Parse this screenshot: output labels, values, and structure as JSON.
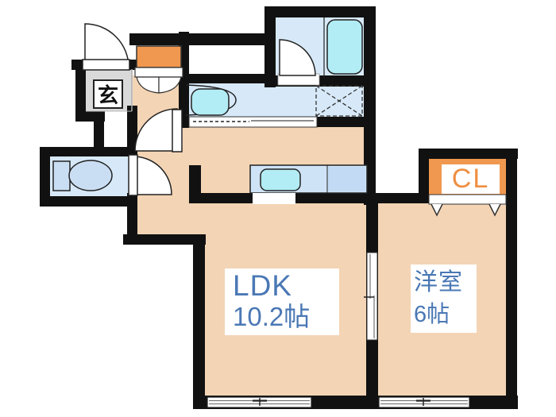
{
  "floorplan": {
    "rooms": {
      "entrance": {
        "label": "玄"
      },
      "ldk": {
        "name": "LDK",
        "size": "10.2帖"
      },
      "bedroom": {
        "name": "洋室",
        "size": "6帖"
      },
      "closet": {
        "label": "CL"
      }
    },
    "colors": {
      "floor_peach": "#f3d4b4",
      "floor_blue": "#d7e9f8",
      "fixture_cyan": "#b2ecf4",
      "fixture_blue": "#cadef3",
      "accent_orange": "#f0984f",
      "accent_orange_text": "#ef8f42",
      "label_blue": "#4a78b4",
      "genkan_gray": "#d9d9d9",
      "wall_black": "#111111"
    }
  }
}
